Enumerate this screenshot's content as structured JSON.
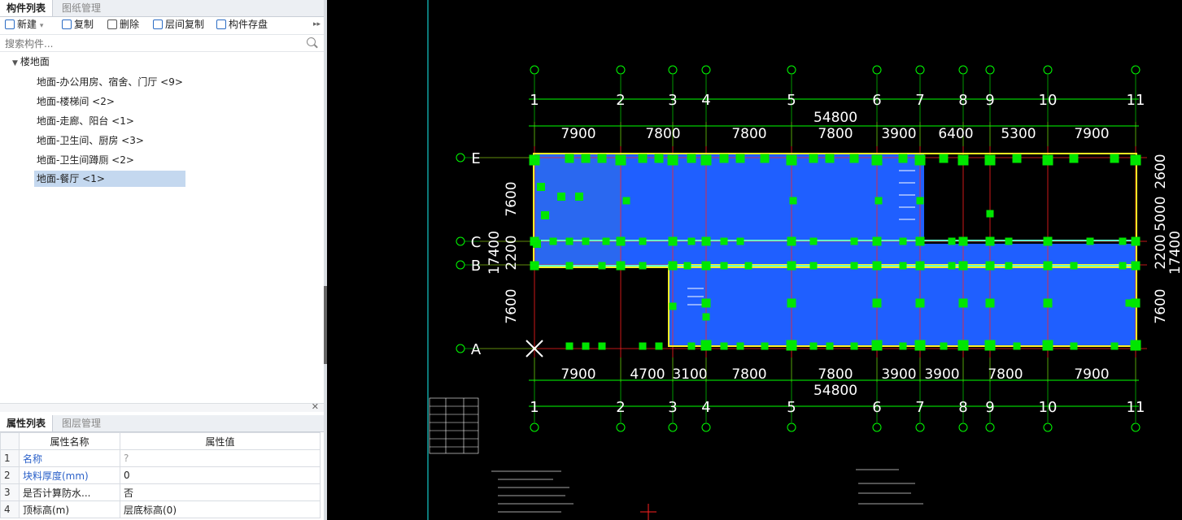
{
  "component_panel": {
    "tabs": [
      "构件列表",
      "图纸管理"
    ],
    "toolbar": {
      "new": "新建",
      "copy": "复制",
      "delete": "删除",
      "floor_copy": "层间复制",
      "save": "构件存盘"
    },
    "search_placeholder": "搜索构件...",
    "tree": {
      "root": "楼地面",
      "items": [
        "地面-办公用房、宿舍、门厅 <9>",
        "地面-楼梯间 <2>",
        "地面-走廊、阳台 <1>",
        "地面-卫生间、厨房 <3>",
        "地面-卫生间蹲厕 <2>",
        "地面-餐厅 <1>"
      ],
      "selected_index": 5
    }
  },
  "property_panel": {
    "tabs": [
      "属性列表",
      "图层管理"
    ],
    "header": {
      "name": "属性名称",
      "value": "属性值"
    },
    "rows": [
      {
        "idx": "1",
        "name": "名称",
        "value": "?"
      },
      {
        "idx": "2",
        "name": "块料厚度(mm)",
        "value": "0"
      },
      {
        "idx": "3",
        "name": "是否计算防水...",
        "value": "否"
      },
      {
        "idx": "4",
        "name": "顶标高(m)",
        "value": "层底标高(0)"
      }
    ]
  },
  "drawing": {
    "colors": {
      "background": "#000000",
      "grid": "#00ff00",
      "room_fill": "#1f5fff",
      "column": "#00e600",
      "axis_red": "#ff2020",
      "wall": "#ffff00"
    },
    "top_axes": [
      "1",
      "2",
      "3",
      "4",
      "5",
      "6",
      "7",
      "8",
      "9",
      "10",
      "11"
    ],
    "bottom_axes": [
      "1",
      "2",
      "3",
      "4",
      "5",
      "6",
      "7",
      "8",
      "9",
      "10",
      "11"
    ],
    "left_axes": [
      "E",
      "C",
      "B",
      "A"
    ],
    "top_total": "54800",
    "top_spans": [
      "7900",
      "7800",
      "7800",
      "7800",
      "3900",
      "6400",
      "5300",
      "7900"
    ],
    "bottom_total": "54800",
    "bottom_spans": [
      "7900",
      "4700",
      "3100",
      "7800",
      "7800",
      "3900",
      "3900",
      "7800",
      "7900"
    ],
    "left_dims": [
      "7600",
      "2200",
      "7600"
    ],
    "left_total": "17400",
    "right_dims": [
      "2600",
      "5000",
      "2200",
      "7600"
    ],
    "right_total": "17400"
  }
}
